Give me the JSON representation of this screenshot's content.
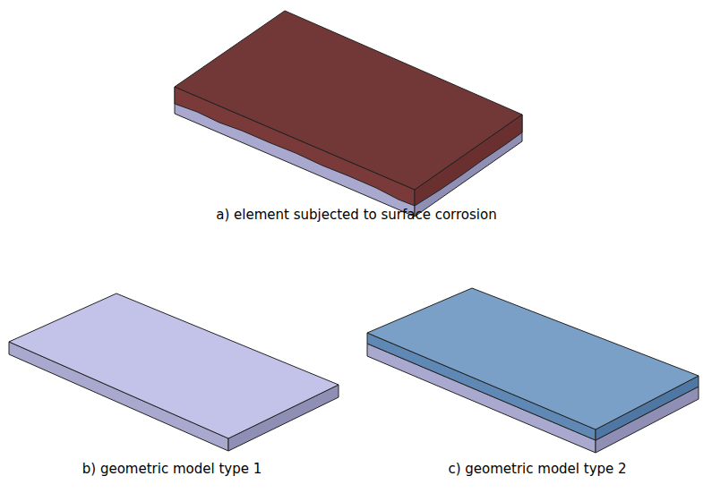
{
  "diagram": {
    "labels": [
      "a) element subjected to surface corrosion",
      "b) geometric model type 1",
      "c) geometric model type 2"
    ]
  }
}
